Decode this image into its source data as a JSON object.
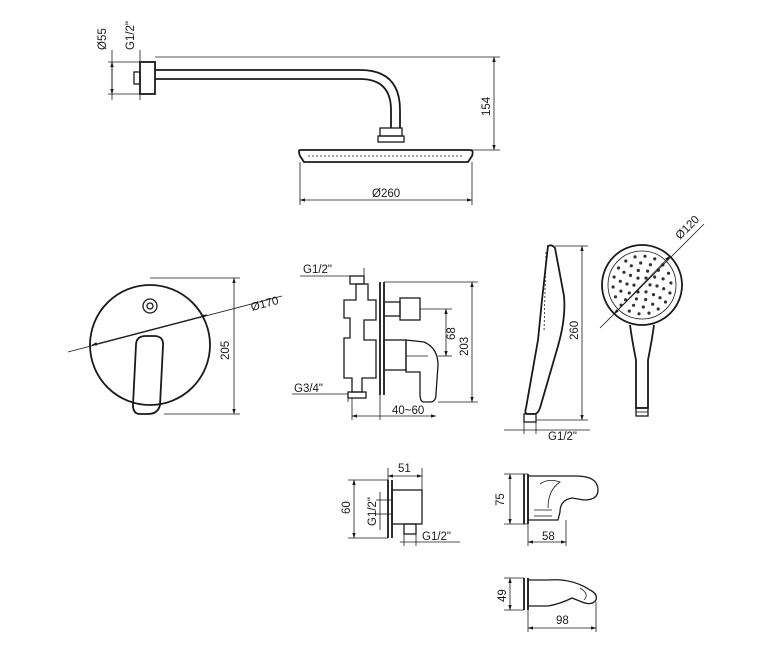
{
  "labels": {
    "dia55": "Ø55",
    "g12_top": "G1/2\"",
    "h154": "154",
    "d260": "Ø260",
    "g12_valve": "G1/2\"",
    "g34": "G3/4\"",
    "h68": "68",
    "h203": "203",
    "w40_60": "40~60",
    "h205": "205",
    "d170": "Ø170",
    "h260": "260",
    "g12_hand": "G1/2\"",
    "d120": "Ø120",
    "w51": "51",
    "h60": "60",
    "g12_outlet_v": "G1/2\"",
    "g12_outlet_h": "G1/2\"",
    "h75": "75",
    "w58": "58",
    "h49": "49",
    "w98": "98"
  }
}
